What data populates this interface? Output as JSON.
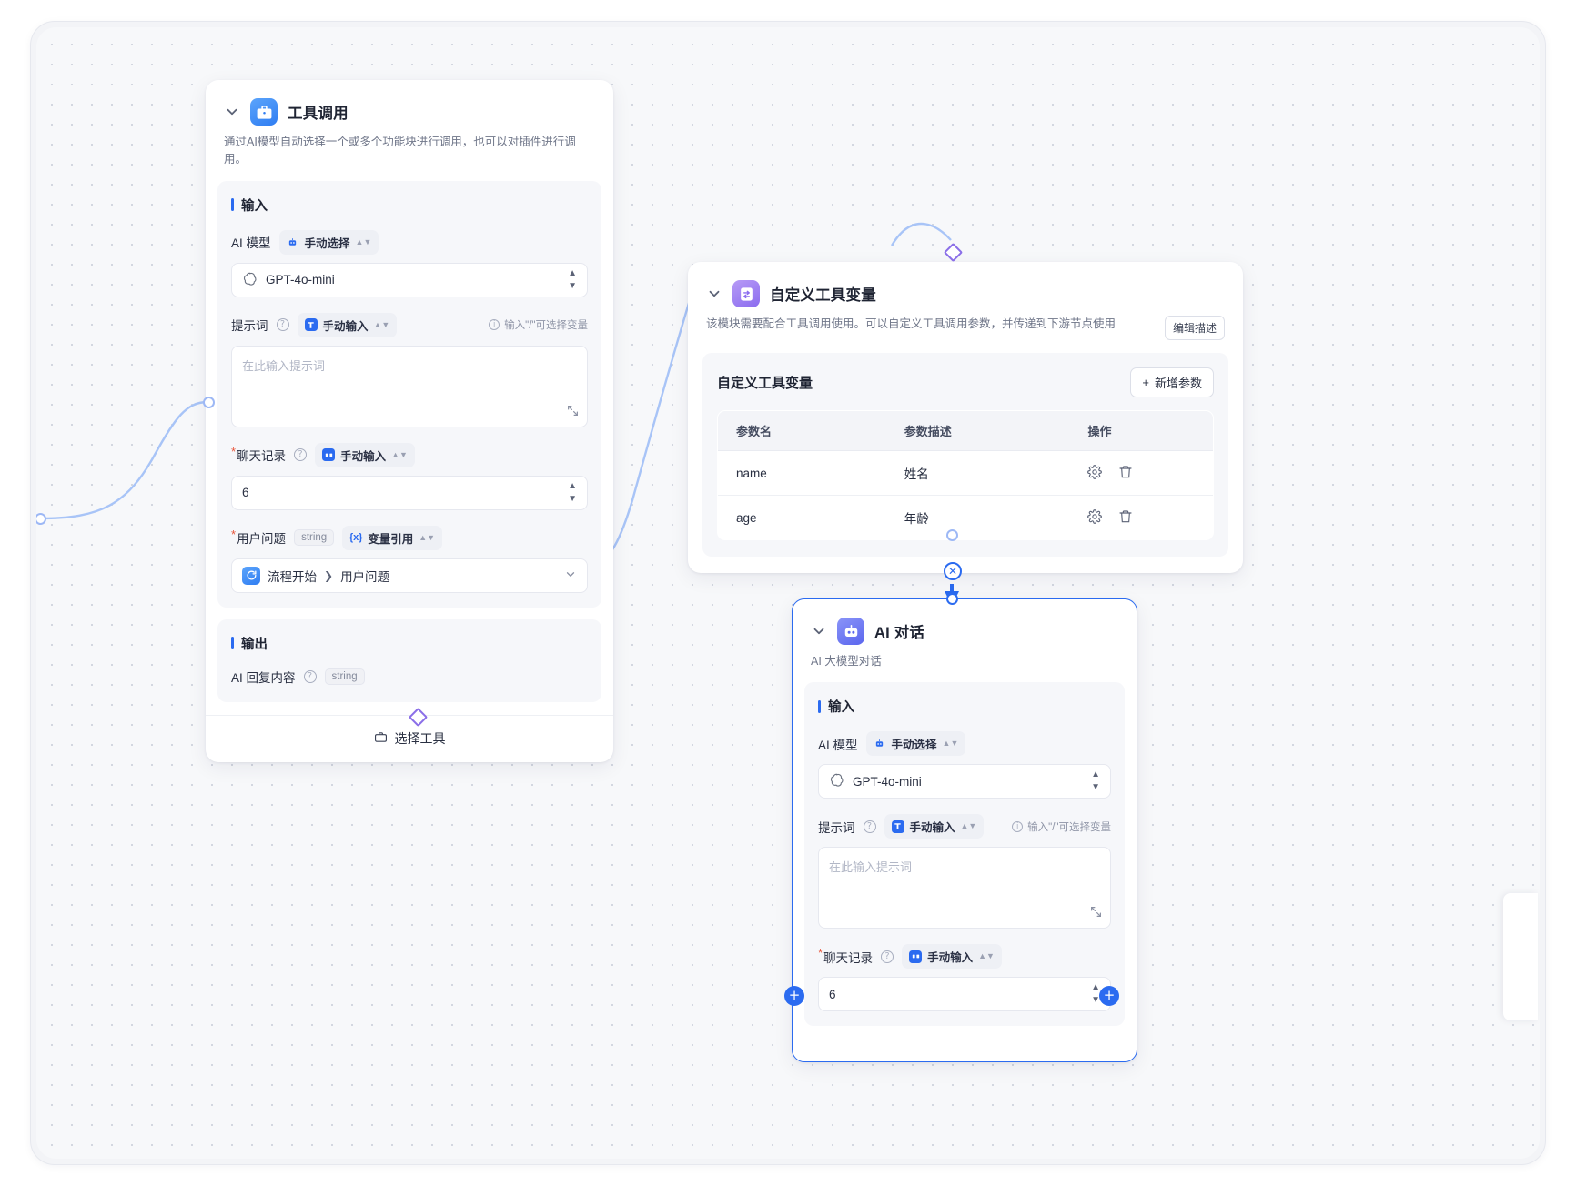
{
  "canvas": {
    "background": "#f7f8fa",
    "grid_dot_color": "#d3d7e0",
    "accent": "#2b6bf0"
  },
  "nodes": [
    {
      "id": "tool-call",
      "title": "工具调用",
      "description": "通过AI模型自动选择一个或多个功能块进行调用，也可以对插件进行调用。",
      "icon": "toolbox-icon",
      "input_section_label": "输入",
      "output_section_label": "输出",
      "fields": {
        "model_label": "AI 模型",
        "model_mode": "手动选择",
        "model_value": "GPT-4o-mini",
        "prompt_label": "提示词",
        "prompt_mode": "手动输入",
        "prompt_hint": "输入\"/\"可选择变量",
        "prompt_placeholder": "在此输入提示词",
        "history_label": "聊天记录",
        "history_mode": "手动输入",
        "history_value": "6",
        "question_label": "用户问题",
        "question_type": "string",
        "question_mode": "变量引用",
        "question_ref_source": "流程开始",
        "question_ref_field": "用户问题"
      },
      "output": {
        "label": "AI 回复内容",
        "type": "string"
      },
      "footer_button": "选择工具"
    },
    {
      "id": "custom-tool-var",
      "title": "自定义工具变量",
      "description": "该模块需要配合工具调用使用。可以自定义工具调用参数，并传递到下游节点使用",
      "icon": "variable-icon",
      "edit_desc_button": "编辑描述",
      "table": {
        "caption": "自定义工具变量",
        "add_button": "新增参数",
        "columns": [
          "参数名",
          "参数描述",
          "操作"
        ],
        "rows": [
          {
            "name": "name",
            "desc": "姓名",
            "actions": [
              "gear-icon",
              "trash-icon"
            ]
          },
          {
            "name": "age",
            "desc": "年龄",
            "actions": [
              "gear-icon",
              "trash-icon"
            ]
          }
        ]
      }
    },
    {
      "id": "ai-chat",
      "title": "AI 对话",
      "description": "AI 大模型对话",
      "icon": "robot-icon",
      "selected": true,
      "input_section_label": "输入",
      "fields": {
        "model_label": "AI 模型",
        "model_mode": "手动选择",
        "model_value": "GPT-4o-mini",
        "prompt_label": "提示词",
        "prompt_mode": "手动输入",
        "prompt_hint": "输入\"/\"可选择变量",
        "prompt_placeholder": "在此输入提示词",
        "history_label": "聊天记录",
        "history_mode": "手动输入",
        "history_value": "6"
      }
    }
  ]
}
